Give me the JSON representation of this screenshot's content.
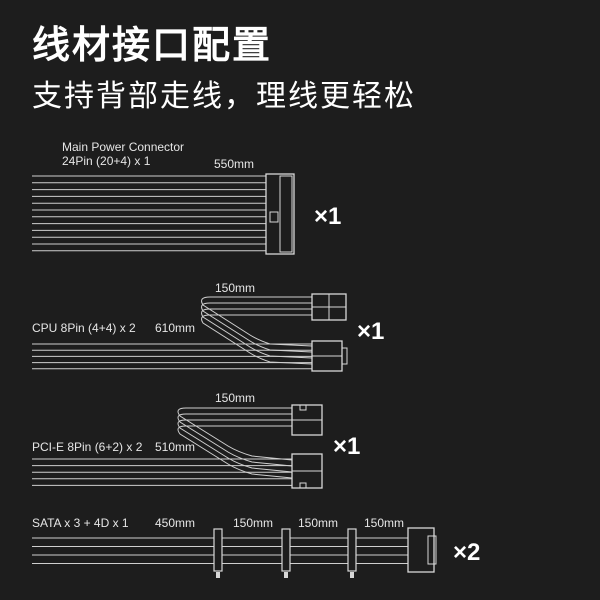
{
  "header": {
    "title": "线材接口配置",
    "subtitle": "支持背部走线，理线更轻松"
  },
  "cables": {
    "main": {
      "name": "Main Power Connector",
      "pin": "24Pin (20+4) x 1",
      "length": "550mm",
      "qty": "×1"
    },
    "cpu": {
      "name": "CPU 8Pin (4+4) x 2",
      "length_main": "610mm",
      "length_branch": "150mm",
      "qty": "×1"
    },
    "pcie": {
      "name": "PCI-E 8Pin (6+2) x 2",
      "length_main": "510mm",
      "length_branch": "150mm",
      "qty": "×1"
    },
    "sata": {
      "name": "SATA x 3 + 4D x 1",
      "lengths": [
        "450mm",
        "150mm",
        "150mm",
        "150mm"
      ],
      "qty": "×2"
    }
  },
  "colors": {
    "background": "#1d1d1d",
    "wire": "#cfcfcf",
    "text": "#ffffff"
  }
}
